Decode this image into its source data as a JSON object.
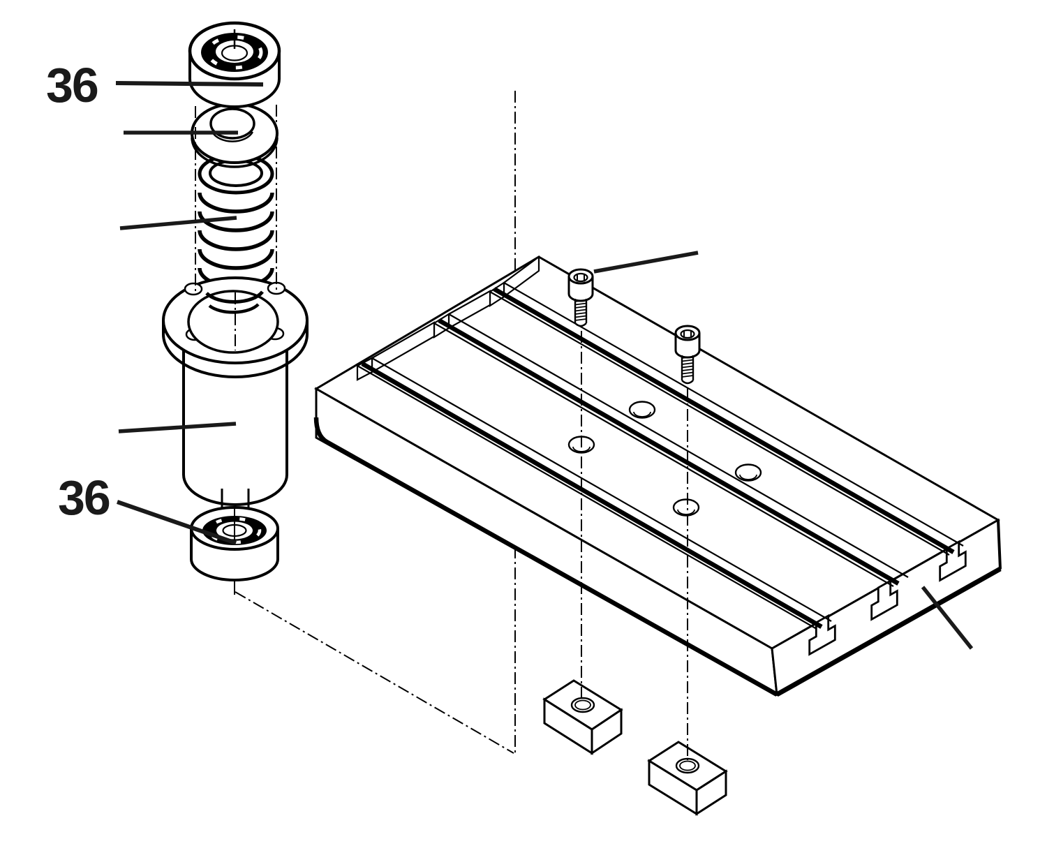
{
  "figure": {
    "kind": "exploded assembly technical drawing",
    "background_color": "#ffffff",
    "line_color": "#000000",
    "callouts": [
      {
        "text": "36",
        "points_to": "upper-ball-bearing"
      },
      {
        "text": "36",
        "points_to": "lower-ball-bearing"
      }
    ],
    "parts_shown": [
      "upper-ball-bearing",
      "flat-washer",
      "compression-spring",
      "flanged-bearing-housing",
      "lower-ball-bearing",
      "t-slot-table-plate",
      "socket-head-screw-1",
      "socket-head-screw-2",
      "t-nut-1",
      "t-nut-2"
    ]
  }
}
